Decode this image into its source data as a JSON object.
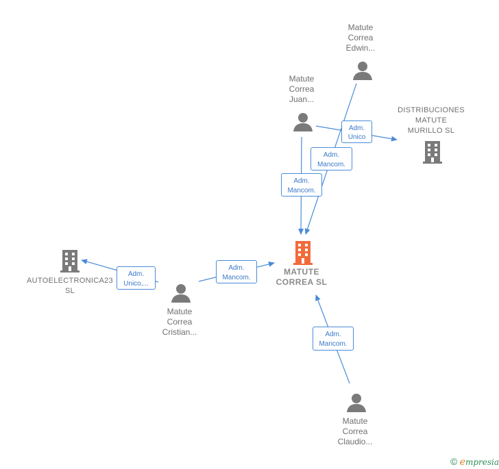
{
  "nodes": {
    "edwin": {
      "name": [
        "Matute",
        "Correa",
        "Edwin..."
      ]
    },
    "juan": {
      "name": [
        "Matute",
        "Correa",
        "Juan..."
      ]
    },
    "distribuciones": {
      "name": [
        "DISTRIBUCIONES",
        "MATUTE",
        "MURILLO  SL"
      ]
    },
    "matute_correa": {
      "name": [
        "MATUTE",
        "CORREA  SL"
      ]
    },
    "autoelectronica": {
      "name": [
        "AUTOELECTRONICA23",
        "SL"
      ]
    },
    "cristian": {
      "name": [
        "Matute",
        "Correa",
        "Cristian..."
      ]
    },
    "claudio": {
      "name": [
        "Matute",
        "Correa",
        "Claudio..."
      ]
    }
  },
  "edges": {
    "juan_distribuciones": [
      "Adm.",
      "Unico"
    ],
    "edwin_matute": [
      "Adm.",
      "Mancom."
    ],
    "juan_matute": [
      "Adm.",
      "Mancom."
    ],
    "cristian_auto": [
      "Adm.",
      "Unico,..."
    ],
    "cristian_matute": [
      "Adm.",
      "Mancom."
    ],
    "claudio_matute": [
      "Adm.",
      "Mancom."
    ]
  },
  "colors": {
    "edge": "#4a8bd8",
    "person_icon": "#7a7a7a",
    "company_icon": "#7a7a7a",
    "focus_company_icon": "#f26b3a"
  },
  "footer": {
    "copyright": "©",
    "brand_initial": "e",
    "brand_rest": "mpresia"
  }
}
